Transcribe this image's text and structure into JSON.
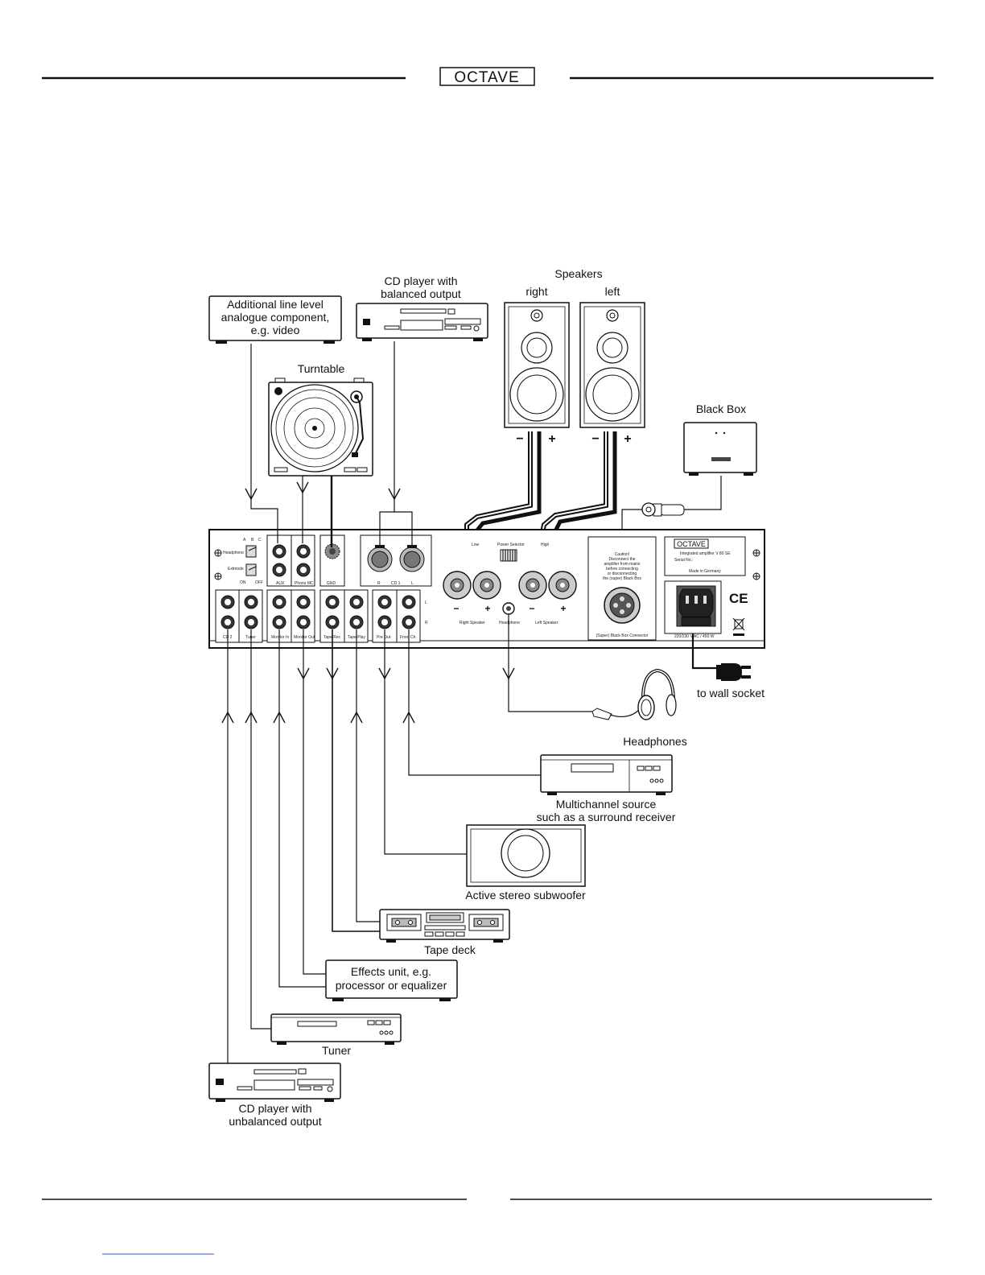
{
  "header": {
    "logo": "OCTAVE"
  },
  "devices": {
    "additional_component": [
      "Additional line level",
      "analogue component,",
      "e.g. video"
    ],
    "cd_balanced": [
      "CD player with",
      "balanced output"
    ],
    "turntable": "Turntable",
    "speakers": {
      "title": "Speakers",
      "right": "right",
      "left": "left"
    },
    "black_box": "Black Box",
    "wall_socket": "to wall socket",
    "headphones": "Headphones",
    "multichannel": [
      "Multichannel source",
      "such as a surround receiver"
    ],
    "subwoofer": "Active stereo subwoofer",
    "tape_deck": "Tape deck",
    "effects": [
      "Effects unit, e.g.",
      "processor or equalizer"
    ],
    "tuner": "Tuner",
    "cd_unbalanced": [
      "CD player with",
      "unbalanced output"
    ]
  },
  "polarity": {
    "minus": "−",
    "plus": "+"
  },
  "panel": {
    "switch_header": [
      "A",
      "B",
      "C"
    ],
    "headphone_label": "Headphone",
    "ext_mode_label": "Extmode",
    "on": "ON",
    "off": "OFF",
    "aux": "AUX",
    "phono": "Phono MC",
    "gnd": "GND",
    "r": "R",
    "cd1": "CD 1",
    "l": "L",
    "rca": [
      "CD 2",
      "Tuner",
      "Monitor In",
      "Monitor Out",
      "Tape Rec",
      "Tape Play",
      "Pre Out",
      "Front Ch."
    ],
    "row_l": "L",
    "row_r": "R",
    "low": "Low",
    "high": "High",
    "power_selector": "Power Selector",
    "right_speaker": "Right Speaker",
    "headphone": "Headphone",
    "left_speaker": "Left Speaker",
    "caution": [
      "Caution!",
      "Disconnect the",
      "amplifier from mains",
      "before connecting",
      "or disconnecting",
      "the (super) Black Box"
    ],
    "bb_connector": "(Super) Black Box Connector",
    "plate_logo": "OCTAVE",
    "plate_model": "Integrated amplifier V 80 SE",
    "plate_serial": "Serial No.:",
    "plate_made": "Made in Germany",
    "ce": "CE",
    "mains": "220/230 V AC / 450 W"
  }
}
